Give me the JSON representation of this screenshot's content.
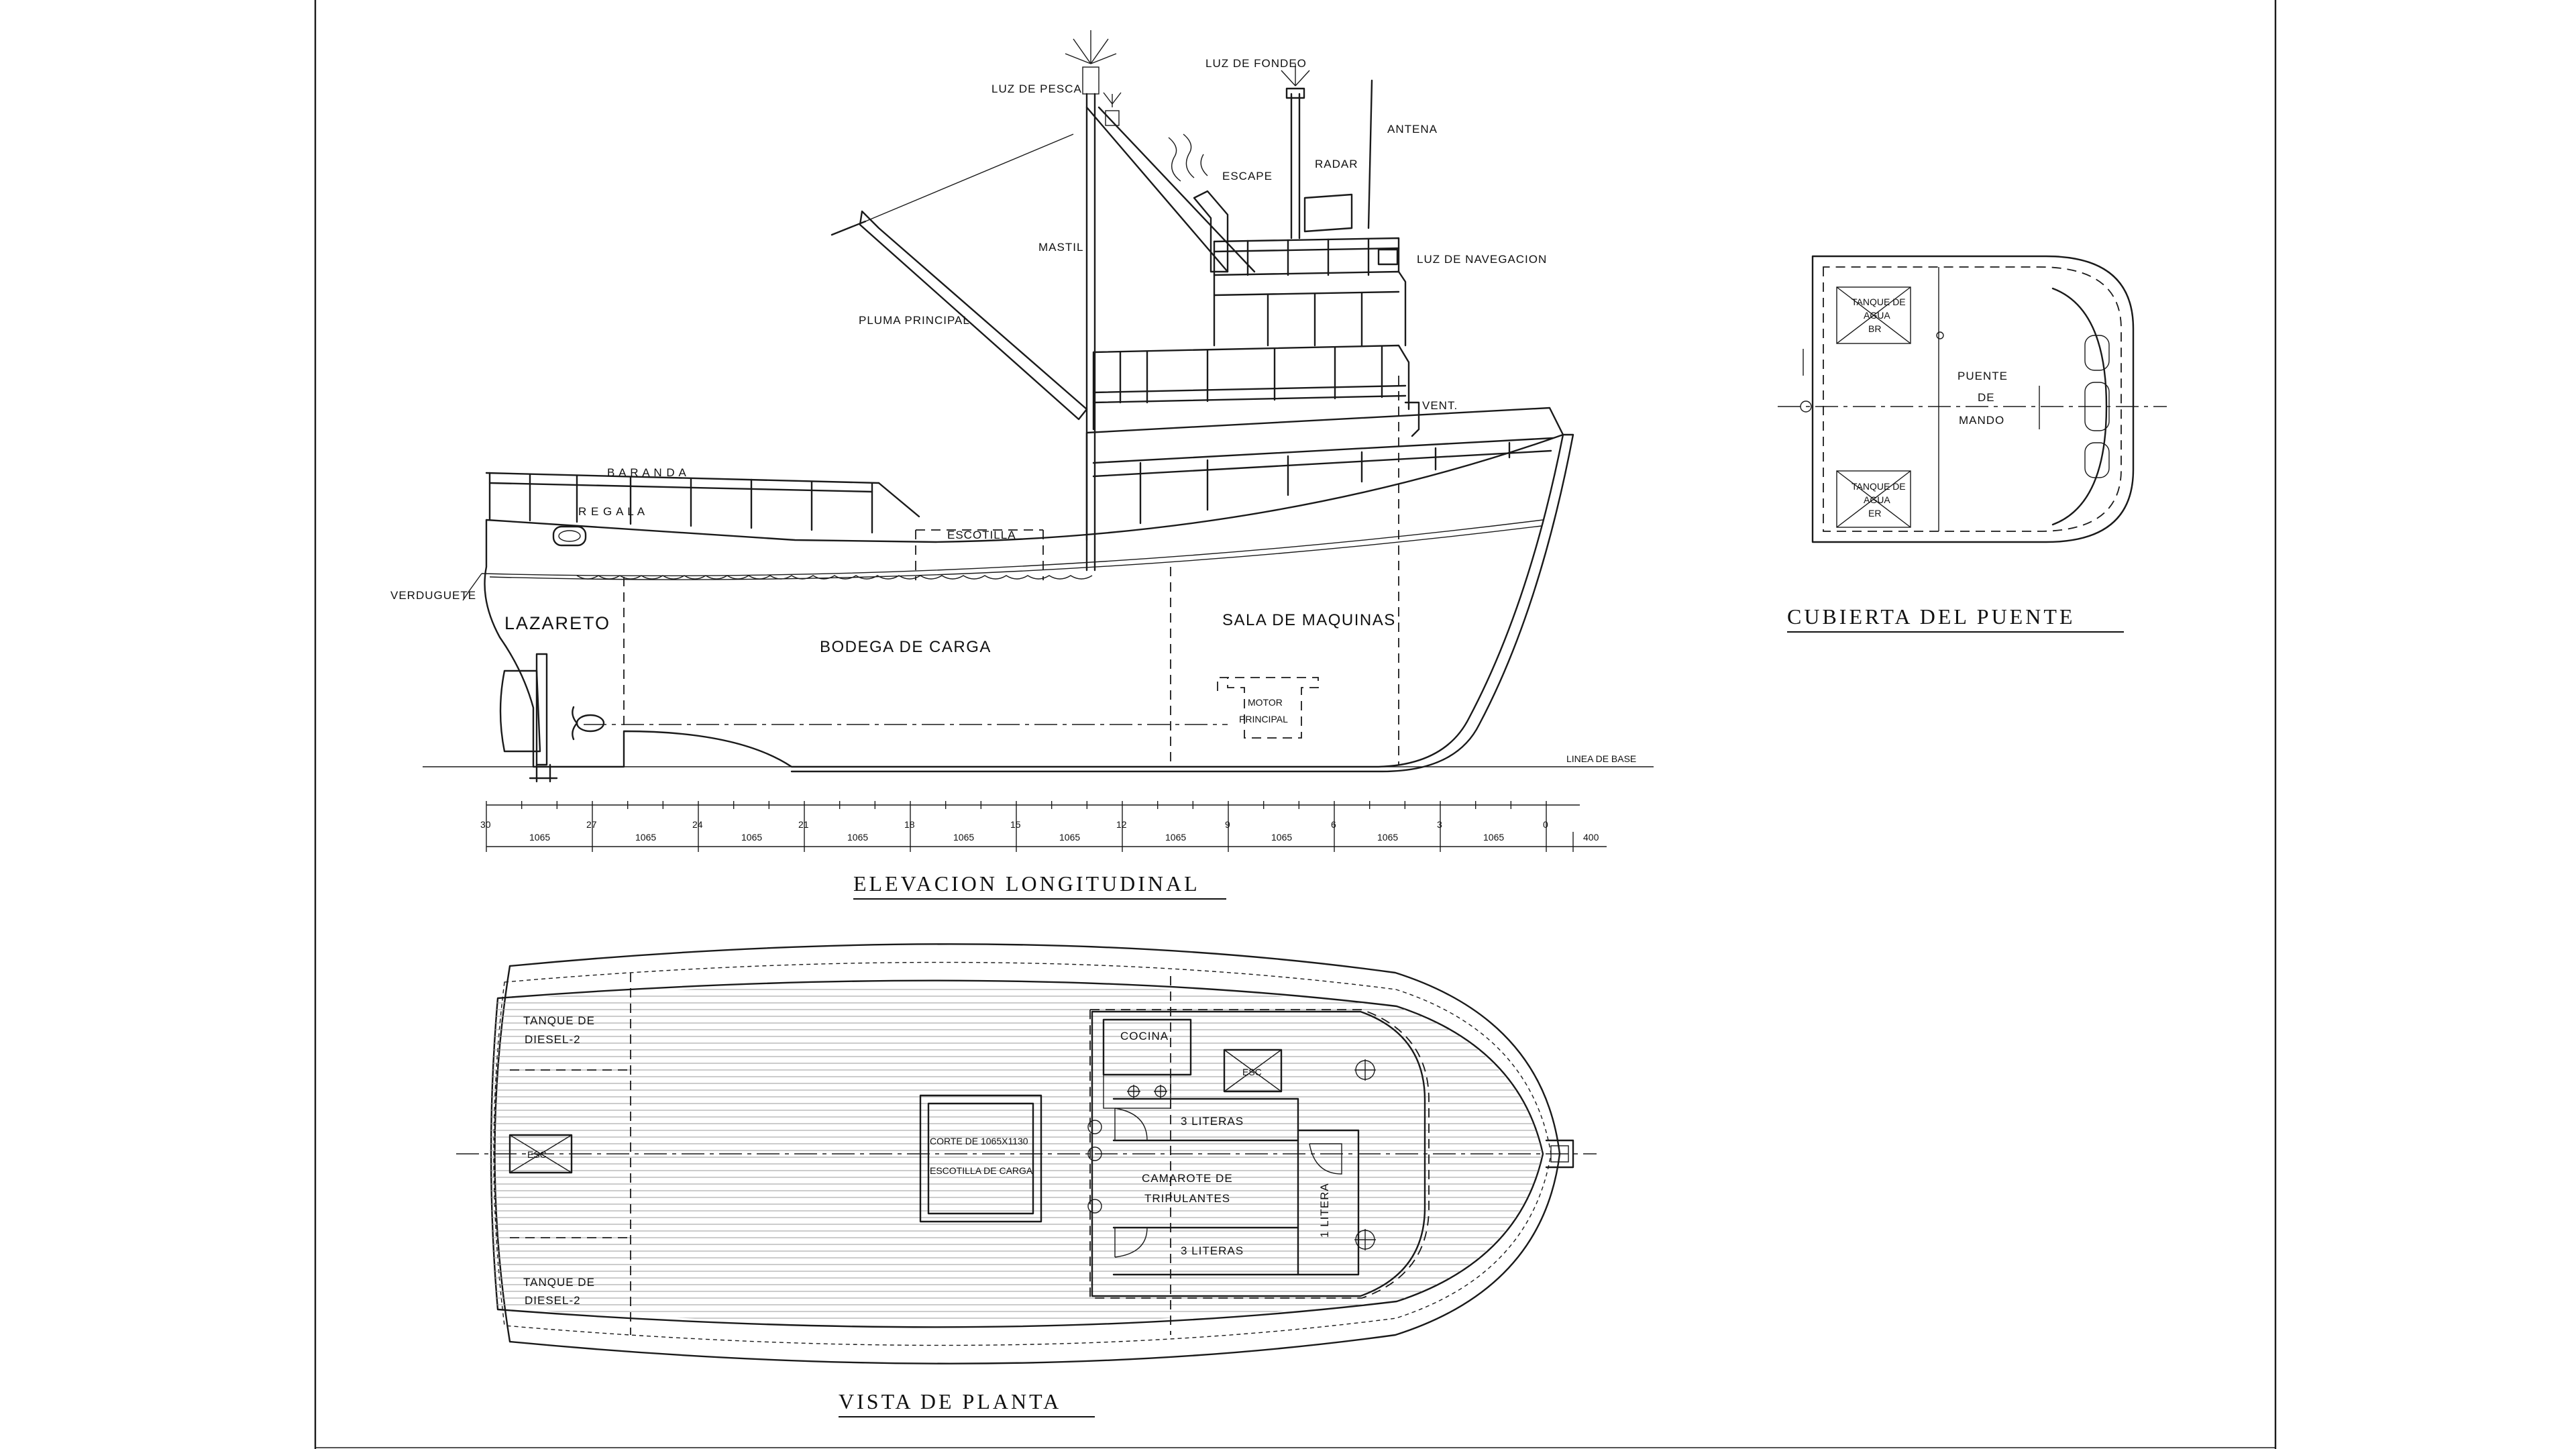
{
  "elevacion": {
    "title": "ELEVACION LONGITUDINAL",
    "labels": {
      "luz_pesca": "LUZ DE PESCA",
      "luz_fondeo": "LUZ DE FONDEO",
      "antena": "ANTENA",
      "radar": "RADAR",
      "escape": "ESCAPE",
      "mastil": "MASTIL",
      "luz_navegacion": "LUZ DE NAVEGACION",
      "pluma": "PLUMA PRINCIPAL",
      "vent": "VENT.",
      "baranda": "B A R A N D A",
      "regala": "R E G A L A",
      "escotilla": "ESCOTILLA",
      "verduguete": "VERDUGUETE",
      "lazareto": "LAZARETO",
      "bodega": "BODEGA DE CARGA",
      "sala_maquinas": "SALA DE MAQUINAS",
      "motor_1": "MOTOR",
      "motor_2": "PRINCIPAL",
      "linea_base": "LINEA DE BASE"
    },
    "frame_numbers": [
      "30",
      "27",
      "24",
      "21",
      "18",
      "15",
      "12",
      "9",
      "6",
      "3",
      "0"
    ],
    "spacings": [
      "1065",
      "1065",
      "1065",
      "1065",
      "1065",
      "1065",
      "1065",
      "1065",
      "1065",
      "1065",
      "400"
    ]
  },
  "cubierta": {
    "title": "CUBIERTA DEL PUENTE",
    "tanque_br": [
      "TANQUE DE",
      "AGUA",
      "BR"
    ],
    "tanque_er": [
      "TANQUE DE",
      "AGUA",
      "ER"
    ],
    "puente": [
      "PUENTE",
      "DE",
      "MANDO"
    ]
  },
  "planta": {
    "title": "VISTA DE PLANTA",
    "tanque_1": [
      "TANQUE DE",
      "DIESEL-2"
    ],
    "tanque_2": [
      "TANQUE DE",
      "DIESEL-2"
    ],
    "esc_popa": "ESC",
    "corte": "CORTE DE 1065X1130",
    "escotilla": "ESCOTILLA DE CARGA",
    "cocina": "COCINA",
    "esc": "ESC",
    "literas_sup": "3 LITERAS",
    "camarote_1": "CAMAROTE DE",
    "camarote_2": "TRIPULANTES",
    "literas_inf": "3 LITERAS",
    "litera_1": "1 LITERA"
  },
  "colors": {
    "ink": "#1a1a1a",
    "paper": "#ffffff"
  }
}
